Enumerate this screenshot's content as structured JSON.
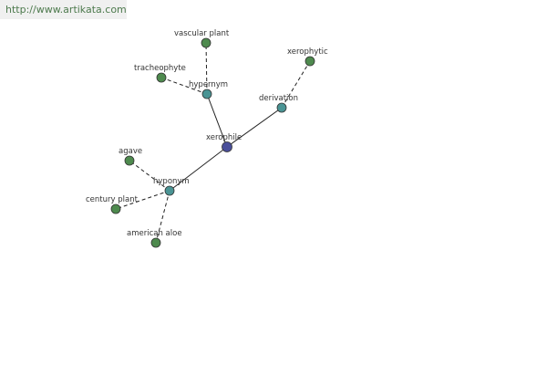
{
  "watermark": "http://www.artikata.com",
  "colors": {
    "center": "#4a4f9a",
    "relation": "#4a9494",
    "term": "#4e8a4e"
  },
  "nodes": [
    {
      "id": "xerophile",
      "label": "xerophile",
      "kind": "center"
    },
    {
      "id": "hypernym",
      "label": "hypernym",
      "kind": "relation"
    },
    {
      "id": "derivation",
      "label": "derivation",
      "kind": "relation"
    },
    {
      "id": "hyponym",
      "label": "hyponym",
      "kind": "relation"
    },
    {
      "id": "vascular-plant",
      "label": "vascular plant",
      "kind": "term"
    },
    {
      "id": "tracheophyte",
      "label": "tracheophyte",
      "kind": "term"
    },
    {
      "id": "xerophytic",
      "label": "xerophytic",
      "kind": "term"
    },
    {
      "id": "agave",
      "label": "agave",
      "kind": "term"
    },
    {
      "id": "century-plant",
      "label": "century plant",
      "kind": "term"
    },
    {
      "id": "american-aloe",
      "label": "american aloe",
      "kind": "term"
    }
  ],
  "edges": [
    {
      "from": "xerophile",
      "to": "hypernym",
      "style": "solid"
    },
    {
      "from": "xerophile",
      "to": "derivation",
      "style": "solid"
    },
    {
      "from": "xerophile",
      "to": "hyponym",
      "style": "solid"
    },
    {
      "from": "hypernym",
      "to": "vascular-plant",
      "style": "dashed"
    },
    {
      "from": "hypernym",
      "to": "tracheophyte",
      "style": "dashed"
    },
    {
      "from": "derivation",
      "to": "xerophytic",
      "style": "dashed"
    },
    {
      "from": "hyponym",
      "to": "agave",
      "style": "dashed"
    },
    {
      "from": "hyponym",
      "to": "century-plant",
      "style": "dashed"
    },
    {
      "from": "hyponym",
      "to": "american-aloe",
      "style": "dashed"
    }
  ]
}
